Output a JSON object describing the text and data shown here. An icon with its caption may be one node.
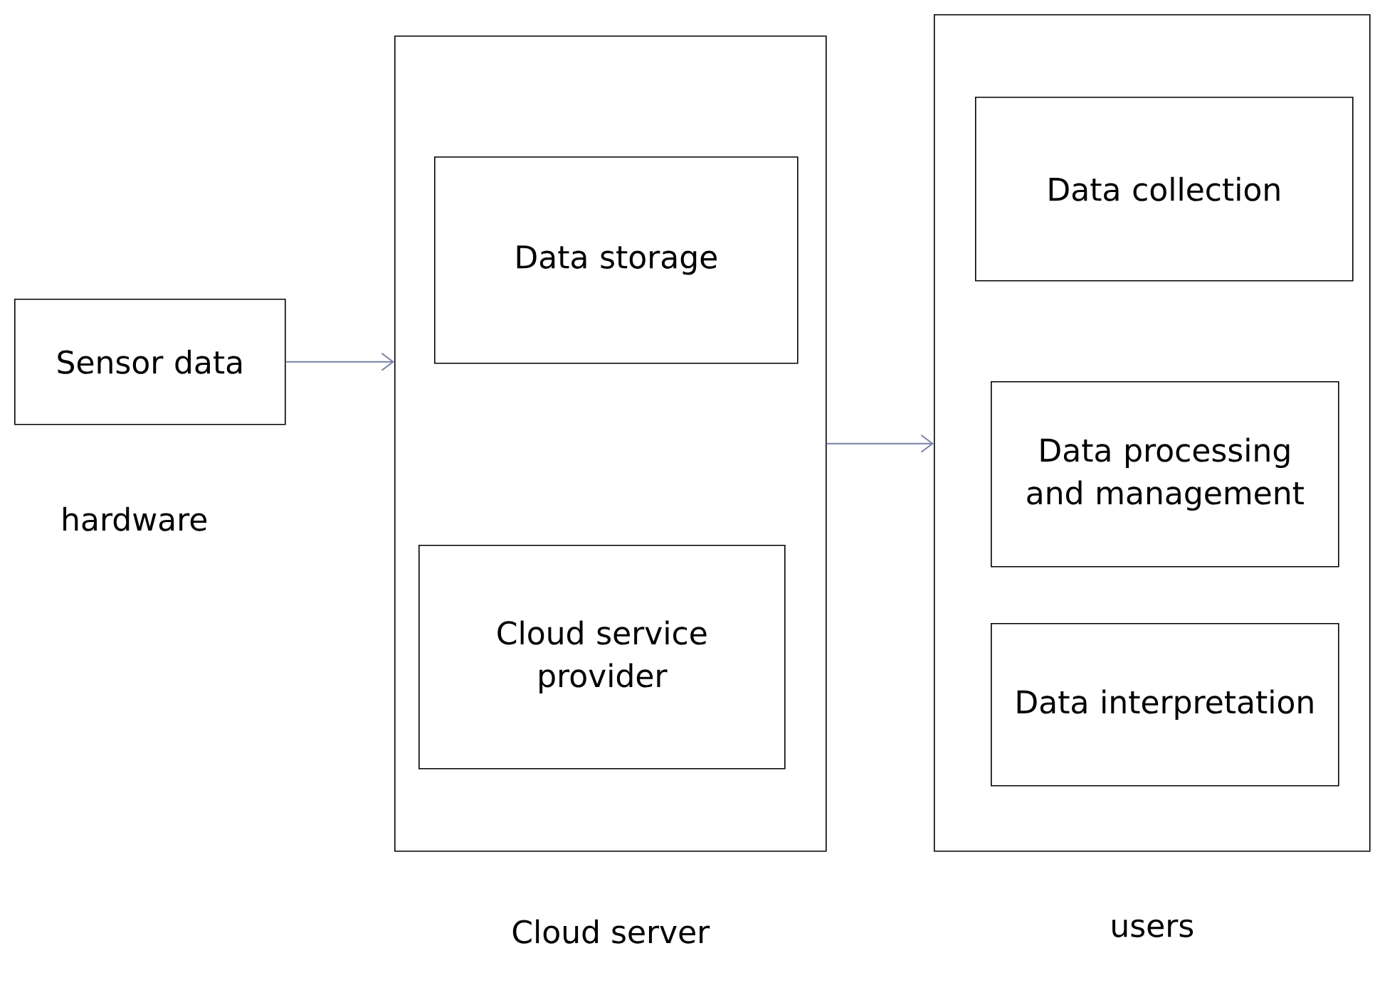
{
  "diagram": {
    "nodes": [
      {
        "text": [
          "Sensor data"
        ],
        "beside": [
          "hardware"
        ]
      },
      {
        "text": [
          "Cloud server"
        ]
      },
      {
        "text": [
          "Data storage"
        ],
        "in": 1
      },
      {
        "text": [
          "Cloud service provider"
        ],
        "in": 1
      },
      {
        "text": [
          "users"
        ]
      },
      {
        "text": [
          "Data collection"
        ],
        "in": 4
      },
      {
        "text": [
          "Data processing and management"
        ],
        "in": 4
      },
      {
        "text": [
          "Data interpretation"
        ],
        "in": 4
      }
    ],
    "edges": [
      {
        "from": 0,
        "to": 1,
        "arrow": "to"
      },
      {
        "from": 1,
        "to": 4,
        "arrow": "to"
      }
    ]
  }
}
